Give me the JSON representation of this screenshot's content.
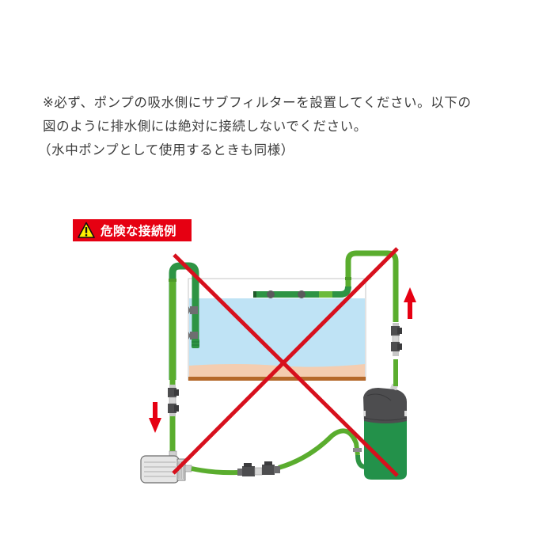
{
  "notice": {
    "lines": [
      "※必ず、ポンプの吸水側にサブフィルターを設置してください。以下の",
      "図のように排水側には絶対に接続しないでください。",
      "（水中ポンプとして使用するときも同様）"
    ]
  },
  "banner": {
    "icon": "warning-triangle-icon",
    "label": "危険な接続例",
    "color": "#e60012"
  },
  "diagram": {
    "description": "Incorrect connection example: pump discharge connected to sub-filter, crossed out with red X",
    "components": [
      "aquarium-tank",
      "inlet-pipe",
      "outlet-pipe",
      "shower-pipe",
      "external-pump",
      "sub-filter",
      "double-tap-valves",
      "flow-arrow-down",
      "flow-arrow-up",
      "prohibition-cross"
    ],
    "colors": {
      "pipe_green": "#5aad2e",
      "pipe_dark_green": "#2e9444",
      "water": "#bfe3f5",
      "sand": "#f4cdb0",
      "wood": "#b5692a",
      "filter_body": "#23914a",
      "filter_head": "#4d4d4f",
      "cross_red": "#d7101d",
      "arrow_red": "#e60012"
    }
  }
}
